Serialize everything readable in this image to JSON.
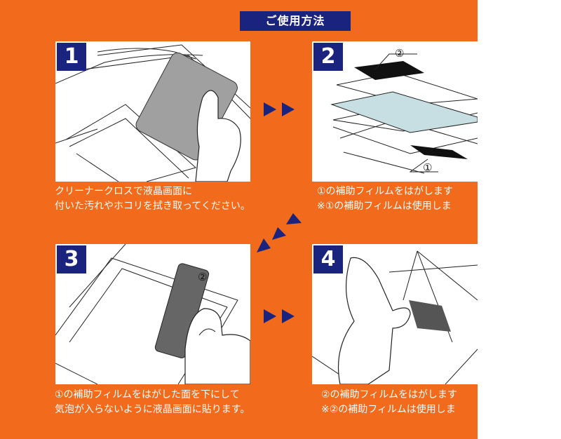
{
  "title": "ご使用方法",
  "steps": [
    {
      "number": "1",
      "line1": "クリーナークロスで液晶画面に",
      "line2": "付いた汚れやホコリを拭き取ってください。"
    },
    {
      "number": "2",
      "line1": "①の補助フィルムをはがします",
      "line2": "※①の補助フィルムは使用しま",
      "label_top": "②",
      "label_bottom": "①"
    },
    {
      "number": "3",
      "line1": "①の補助フィルムをはがした面を下にして",
      "line2": "気泡が入らないように液晶画面に貼ります。",
      "label_card": "②"
    },
    {
      "number": "4",
      "line1": "②の補助フィルムをはがします",
      "line2": "※②の補助フィルムは使用しま"
    }
  ],
  "colors": {
    "background": "#f26a1b",
    "navy": "#1a237e"
  },
  "icons": {
    "flow_arrow": "double-triangle-arrow-icon"
  }
}
